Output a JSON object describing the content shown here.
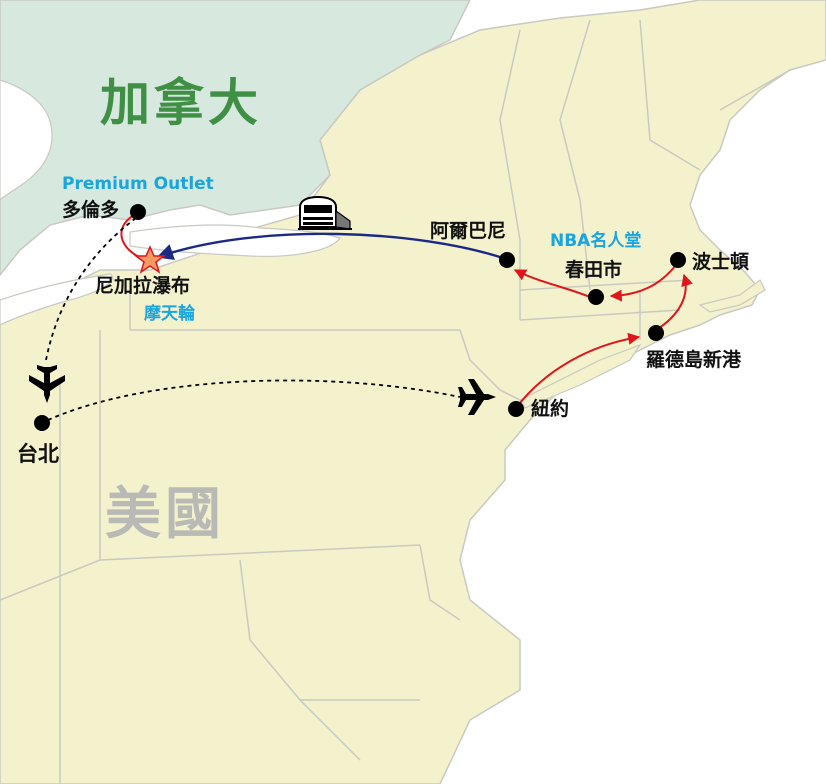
{
  "countries": {
    "canada": {
      "name": "加拿大",
      "color": "#3f8f45"
    },
    "usa": {
      "name": "美國",
      "color": "#b9b9b6"
    }
  },
  "cities": {
    "toronto": "多倫多",
    "niagara": "尼加拉瀑布",
    "albany": "阿爾巴尼",
    "springfield": "春田市",
    "boston": "波士頓",
    "newport": "羅德島新港",
    "newyork": "紐約",
    "taipei": "台北"
  },
  "attractions": {
    "premium_outlet": "Premium Outlet",
    "ferris_wheel": "摩天輪",
    "nba_hall": "NBA名人堂"
  },
  "colors": {
    "land": "#f4f2cd",
    "canada_land": "#d7e8de",
    "water": "#ffffff",
    "border": "#c9c9c2",
    "route_red": "#e0161c",
    "route_train": "#1c2a86",
    "flight": "#000000",
    "attraction_text": "#19a6e0"
  },
  "icons": [
    "airplane-icon",
    "train-icon",
    "star-icon"
  ]
}
